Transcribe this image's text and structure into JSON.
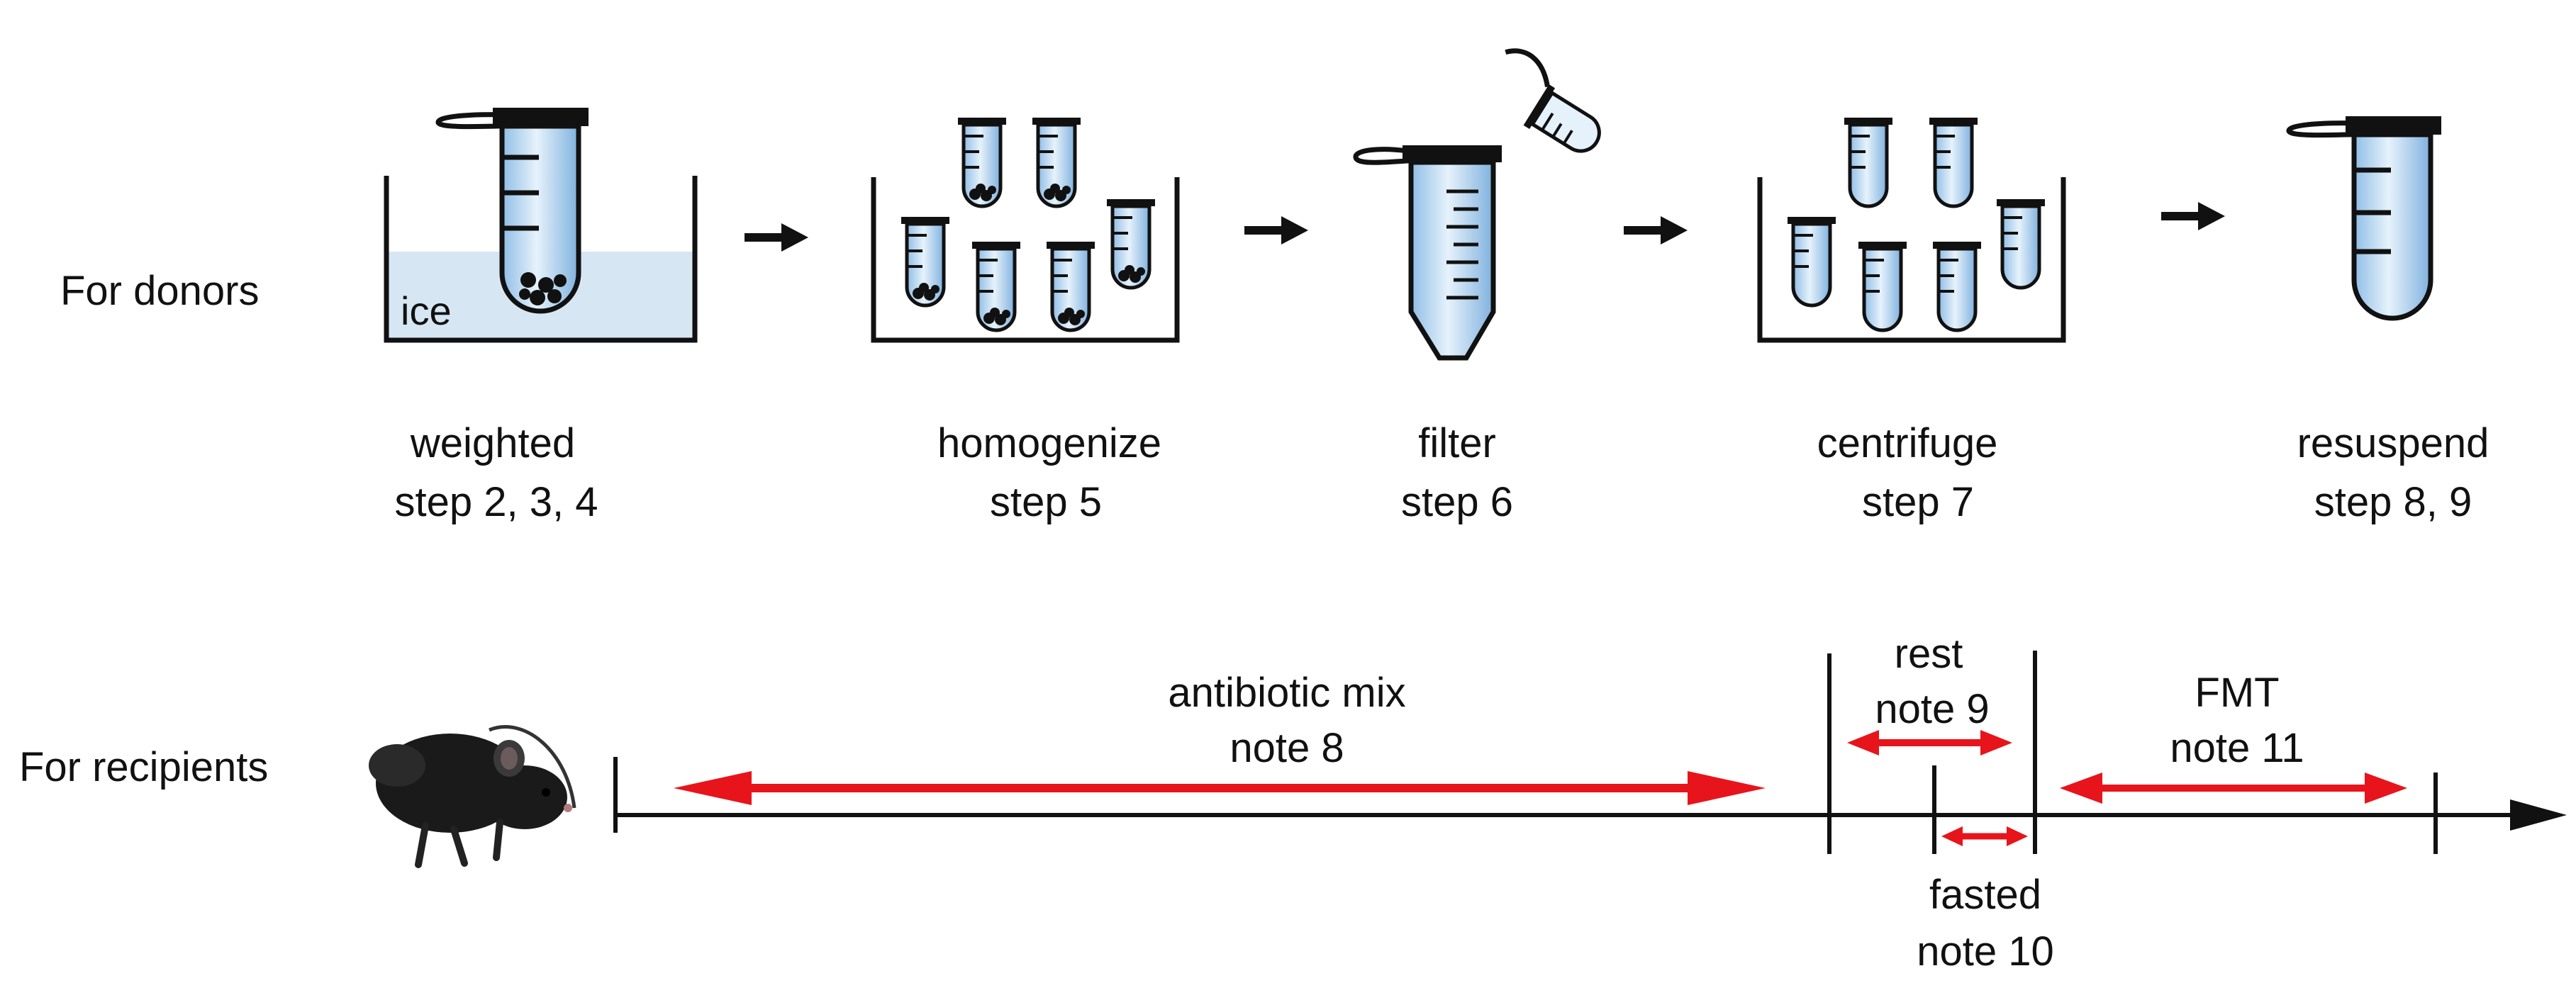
{
  "rows": {
    "donors_label": "For donors",
    "recipients_label": "For recipients"
  },
  "donor_steps": [
    {
      "title": "weighted",
      "step": "step 2, 3, 4",
      "vessel_label": "ice"
    },
    {
      "title": "homogenize",
      "step": "step 5"
    },
    {
      "title": "filter",
      "step": "step 6"
    },
    {
      "title": "centrifuge",
      "step": "step 7"
    },
    {
      "title": "resuspend",
      "step": "step 8, 9"
    }
  ],
  "timeline": {
    "antibiotic": {
      "title": "antibiotic mix",
      "note": "note 8"
    },
    "rest": {
      "title": "rest",
      "note": "note 9"
    },
    "fasted": {
      "title": "fasted",
      "note": "note 10"
    },
    "fmt": {
      "title": "FMT",
      "note": "note 11"
    }
  },
  "colors": {
    "ice": "#d6e6f3",
    "tube_fill": "#bcd9f0",
    "red_arrow": "#e8141b",
    "ink": "#111111"
  },
  "icons": {
    "mouse": "black-mouse-icon",
    "tube": "microcentrifuge-tube-icon",
    "conical": "conical-filter-tube-icon"
  }
}
